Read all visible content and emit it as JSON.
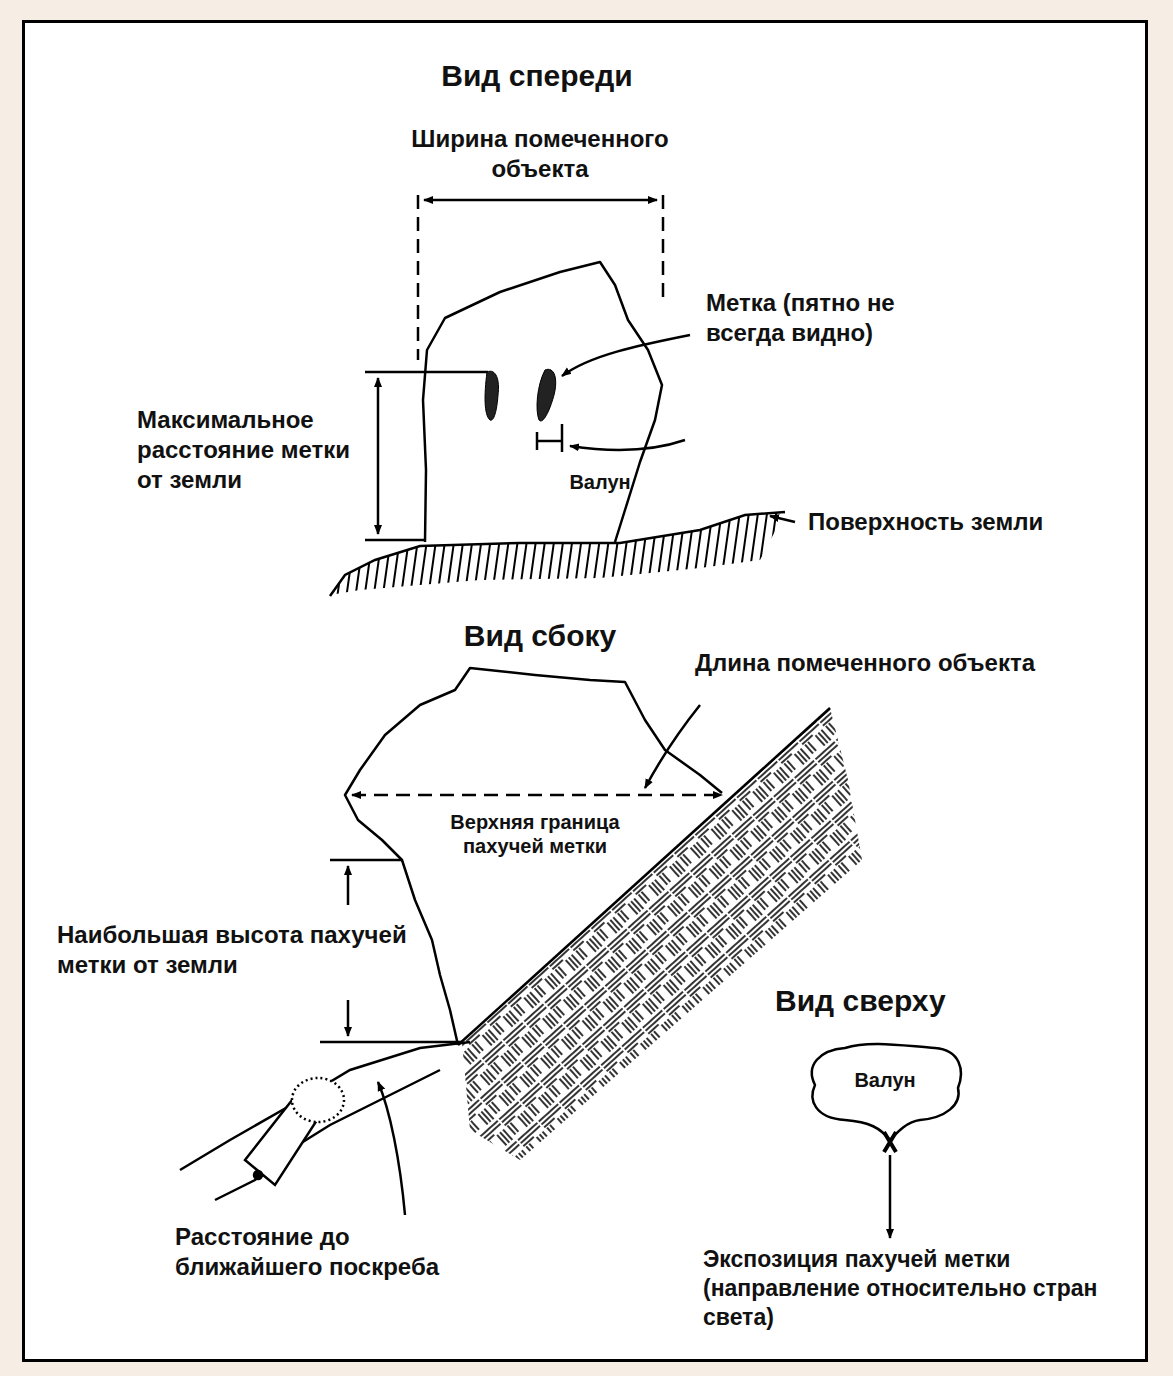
{
  "diagram": {
    "nodes": [
      {
        "text": [
          "Валун"
        ]
      },
      {
        "text": [
          "Верхняя граница пахучей метки"
        ]
      },
      {
        "text": [
          "Валун"
        ]
      }
    ],
    "labels": [
      "Вид спереди",
      "Ширина помеченного объекта",
      "Метка (пятно не всегда видно)",
      "Максимальное расстояние метки от земли",
      "Поверхность земли",
      "Вид сбоку",
      "Длина помеченного объекта",
      "Наибольшая высота пахучей метки от земли",
      "Расстояние до ближайшего поскреба",
      "Вид сверху",
      "Экспозиция пахучей метки (направление относительно стран света)"
    ]
  }
}
